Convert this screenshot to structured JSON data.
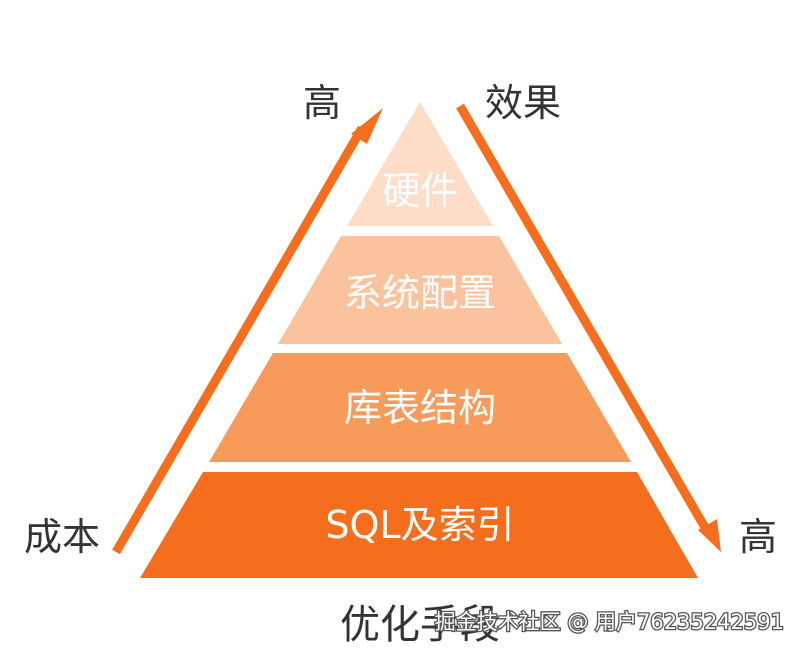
{
  "pyramid": {
    "tiers": [
      {
        "label": "硬件",
        "color": "#FDDCC8"
      },
      {
        "label": "系统配置",
        "color": "#FBC29E"
      },
      {
        "label": "库表结构",
        "color": "#F79A5A"
      },
      {
        "label": "SQL及索引",
        "color": "#F56E1D"
      }
    ]
  },
  "left_axis": {
    "label": "成本",
    "top_label": "高",
    "color": "#F56E1D"
  },
  "right_axis": {
    "label": "效果",
    "bottom_label": "高",
    "color": "#F56E1D"
  },
  "bottom_label": "优化手段",
  "watermark": "掘金技术社区 @ 用户76235242591"
}
